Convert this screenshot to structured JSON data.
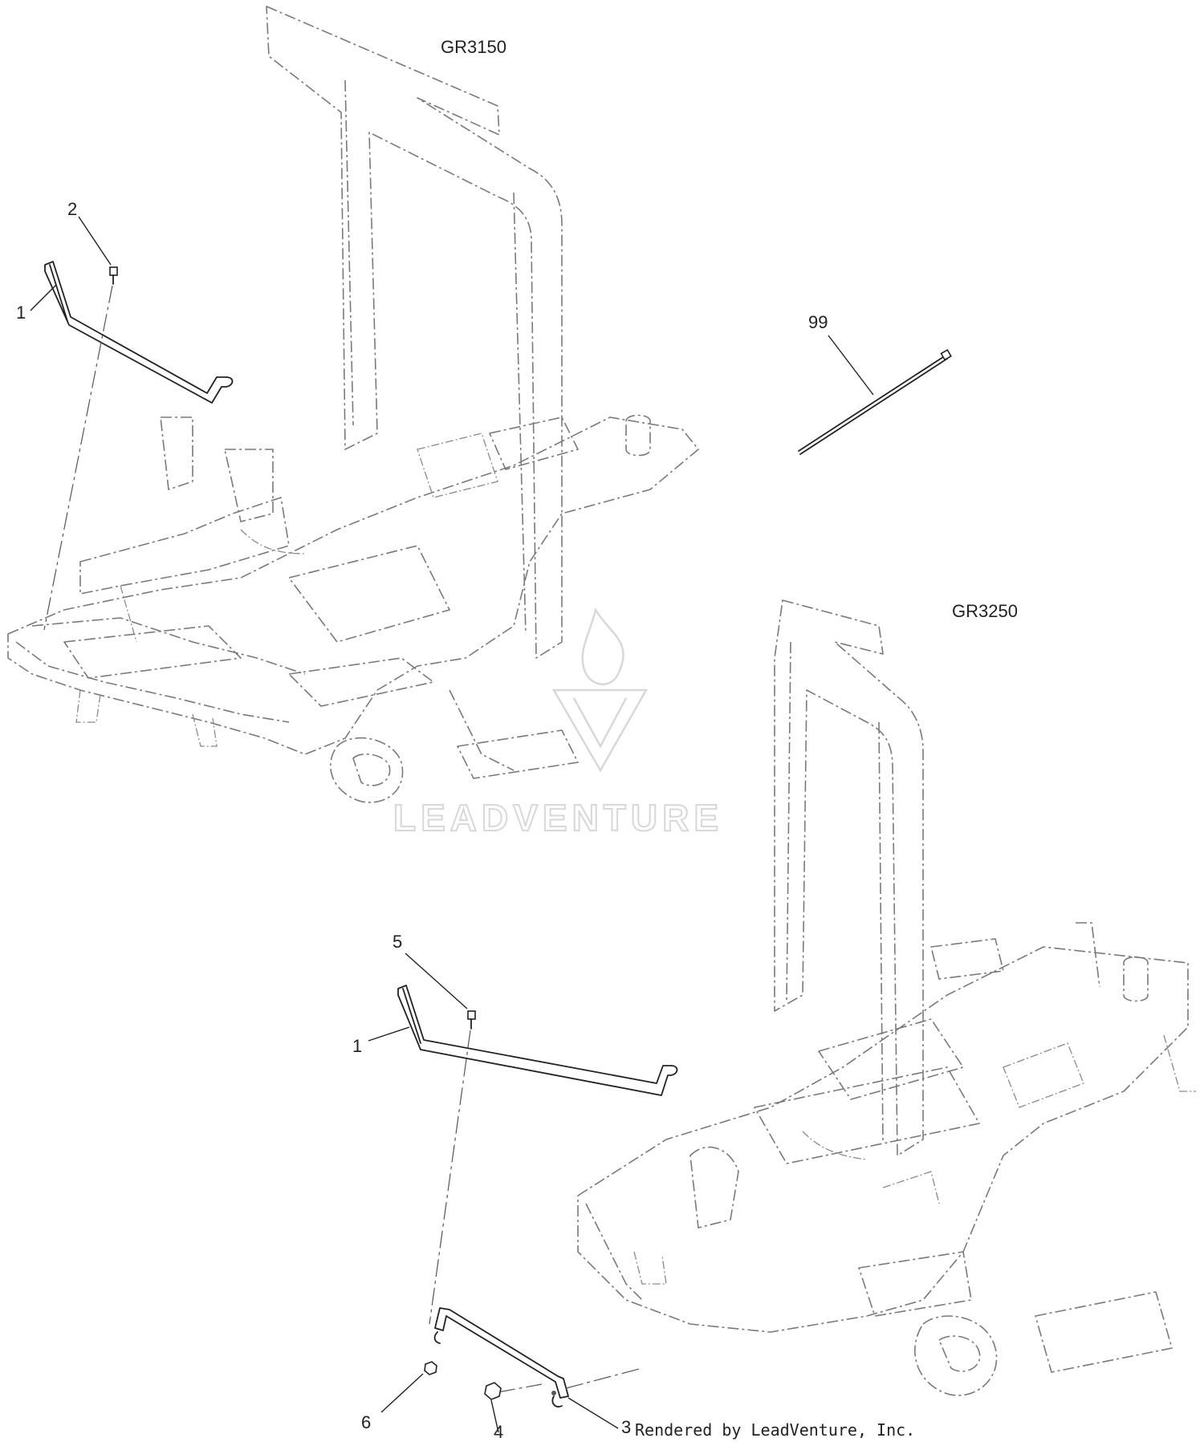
{
  "diagram": {
    "models": [
      {
        "id": "upper",
        "label": "GR3150"
      },
      {
        "id": "lower",
        "label": "GR3250"
      }
    ],
    "callouts": {
      "upper_part_1": "1",
      "upper_part_2": "2",
      "part_99": "99",
      "lower_part_1": "1",
      "part_5": "5",
      "part_6": "6",
      "part_4": "4",
      "part_3": "3"
    },
    "credit": "Rendered by LeadVenture, Inc.",
    "watermark": "LEADVENTURE"
  }
}
